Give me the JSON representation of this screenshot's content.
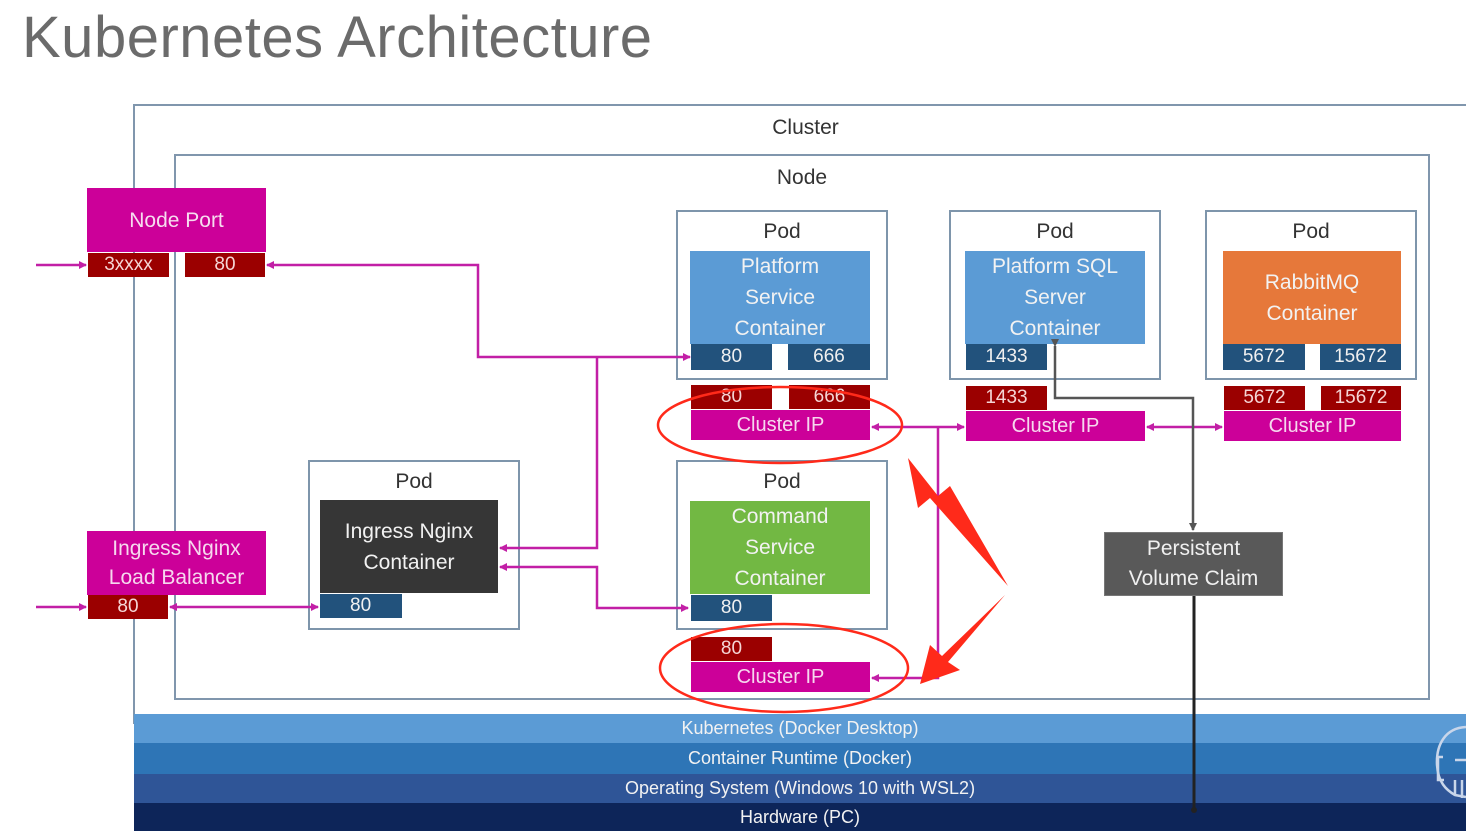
{
  "title": "Kubernetes Architecture",
  "cluster_label": "Cluster",
  "node_label": "Node",
  "node_port": {
    "label": "Node Port",
    "ports": [
      "3xxxx",
      "80"
    ]
  },
  "ingress_lb": {
    "label_line1": "Ingress Nginx",
    "label_line2": "Load Balancer",
    "port": "80"
  },
  "pods": {
    "ingress": {
      "label": "Pod",
      "container_line1": "Ingress Nginx",
      "container_line2": "Container",
      "port": "80"
    },
    "platform": {
      "label": "Pod",
      "container_line1": "Platform",
      "container_line2": "Service",
      "container_line3": "Container",
      "ports": [
        "80",
        "666"
      ],
      "cip_ports": [
        "80",
        "666"
      ],
      "cip_label": "Cluster IP"
    },
    "command": {
      "label": "Pod",
      "container_line1": "Command",
      "container_line2": "Service",
      "container_line3": "Container",
      "port": "80",
      "cip_port": "80",
      "cip_label": "Cluster IP"
    },
    "sql": {
      "label": "Pod",
      "container_line1": "Platform SQL",
      "container_line2": "Server",
      "container_line3": "Container",
      "port": "1433",
      "cip_port": "1433",
      "cip_label": "Cluster IP"
    },
    "rabbit": {
      "label": "Pod",
      "container_line1": "RabbitMQ",
      "container_line2": "Container",
      "ports": [
        "5672",
        "15672"
      ],
      "cip_ports": [
        "5672",
        "15672"
      ],
      "cip_label": "Cluster IP"
    }
  },
  "pvc": {
    "line1": "Persistent",
    "line2": "Volume Claim"
  },
  "layers": [
    {
      "label": "Kubernetes (Docker Desktop)",
      "color": "#5b9bd5"
    },
    {
      "label": "Container Runtime (Docker)",
      "color": "#2e75b6"
    },
    {
      "label": "Operating System (Windows 10 with WSL2)",
      "color": "#2f5597"
    },
    {
      "label": "Hardware (PC)",
      "color": "#0d2559"
    }
  ],
  "colors": {
    "service": "#cc0099",
    "service_port": "#9b0000",
    "container_port": "#22527c",
    "connector": "#b544b5",
    "annotation": "#ff2a1a"
  }
}
